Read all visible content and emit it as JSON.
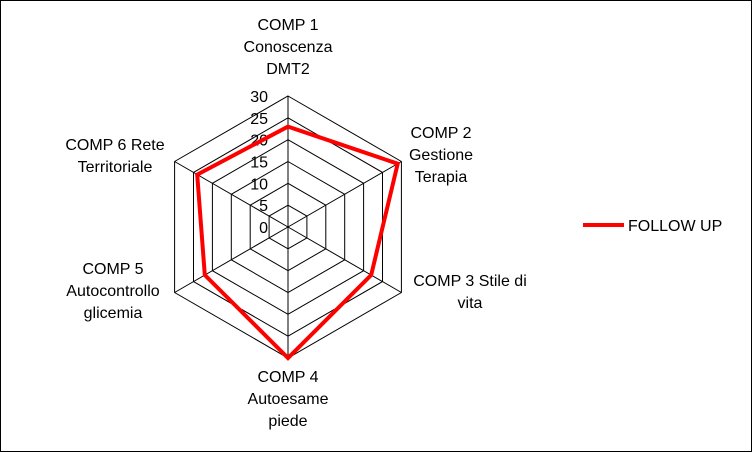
{
  "chart_data": {
    "type": "radar",
    "axes": [
      [
        "COMP 1",
        "Conoscenza",
        "DMT2"
      ],
      [
        "COMP 2",
        "Gestione",
        "Terapia"
      ],
      [
        "COMP 3 Stile di",
        "vita"
      ],
      [
        "COMP 4",
        "Autoesame",
        "piede"
      ],
      [
        "COMP 5",
        "Autocontrollo",
        "glicemia"
      ],
      [
        "COMP 6 Rete",
        "Territoriale"
      ]
    ],
    "rlim": [
      0,
      30
    ],
    "ticks": [
      "0",
      "5",
      "10",
      "15",
      "20",
      "25",
      "30"
    ],
    "series": [
      {
        "name": "FOLLOW UP",
        "values": [
          23,
          29,
          22,
          30,
          22,
          24
        ],
        "color": "#ff0000"
      }
    ],
    "grid": true,
    "legend": "right"
  }
}
